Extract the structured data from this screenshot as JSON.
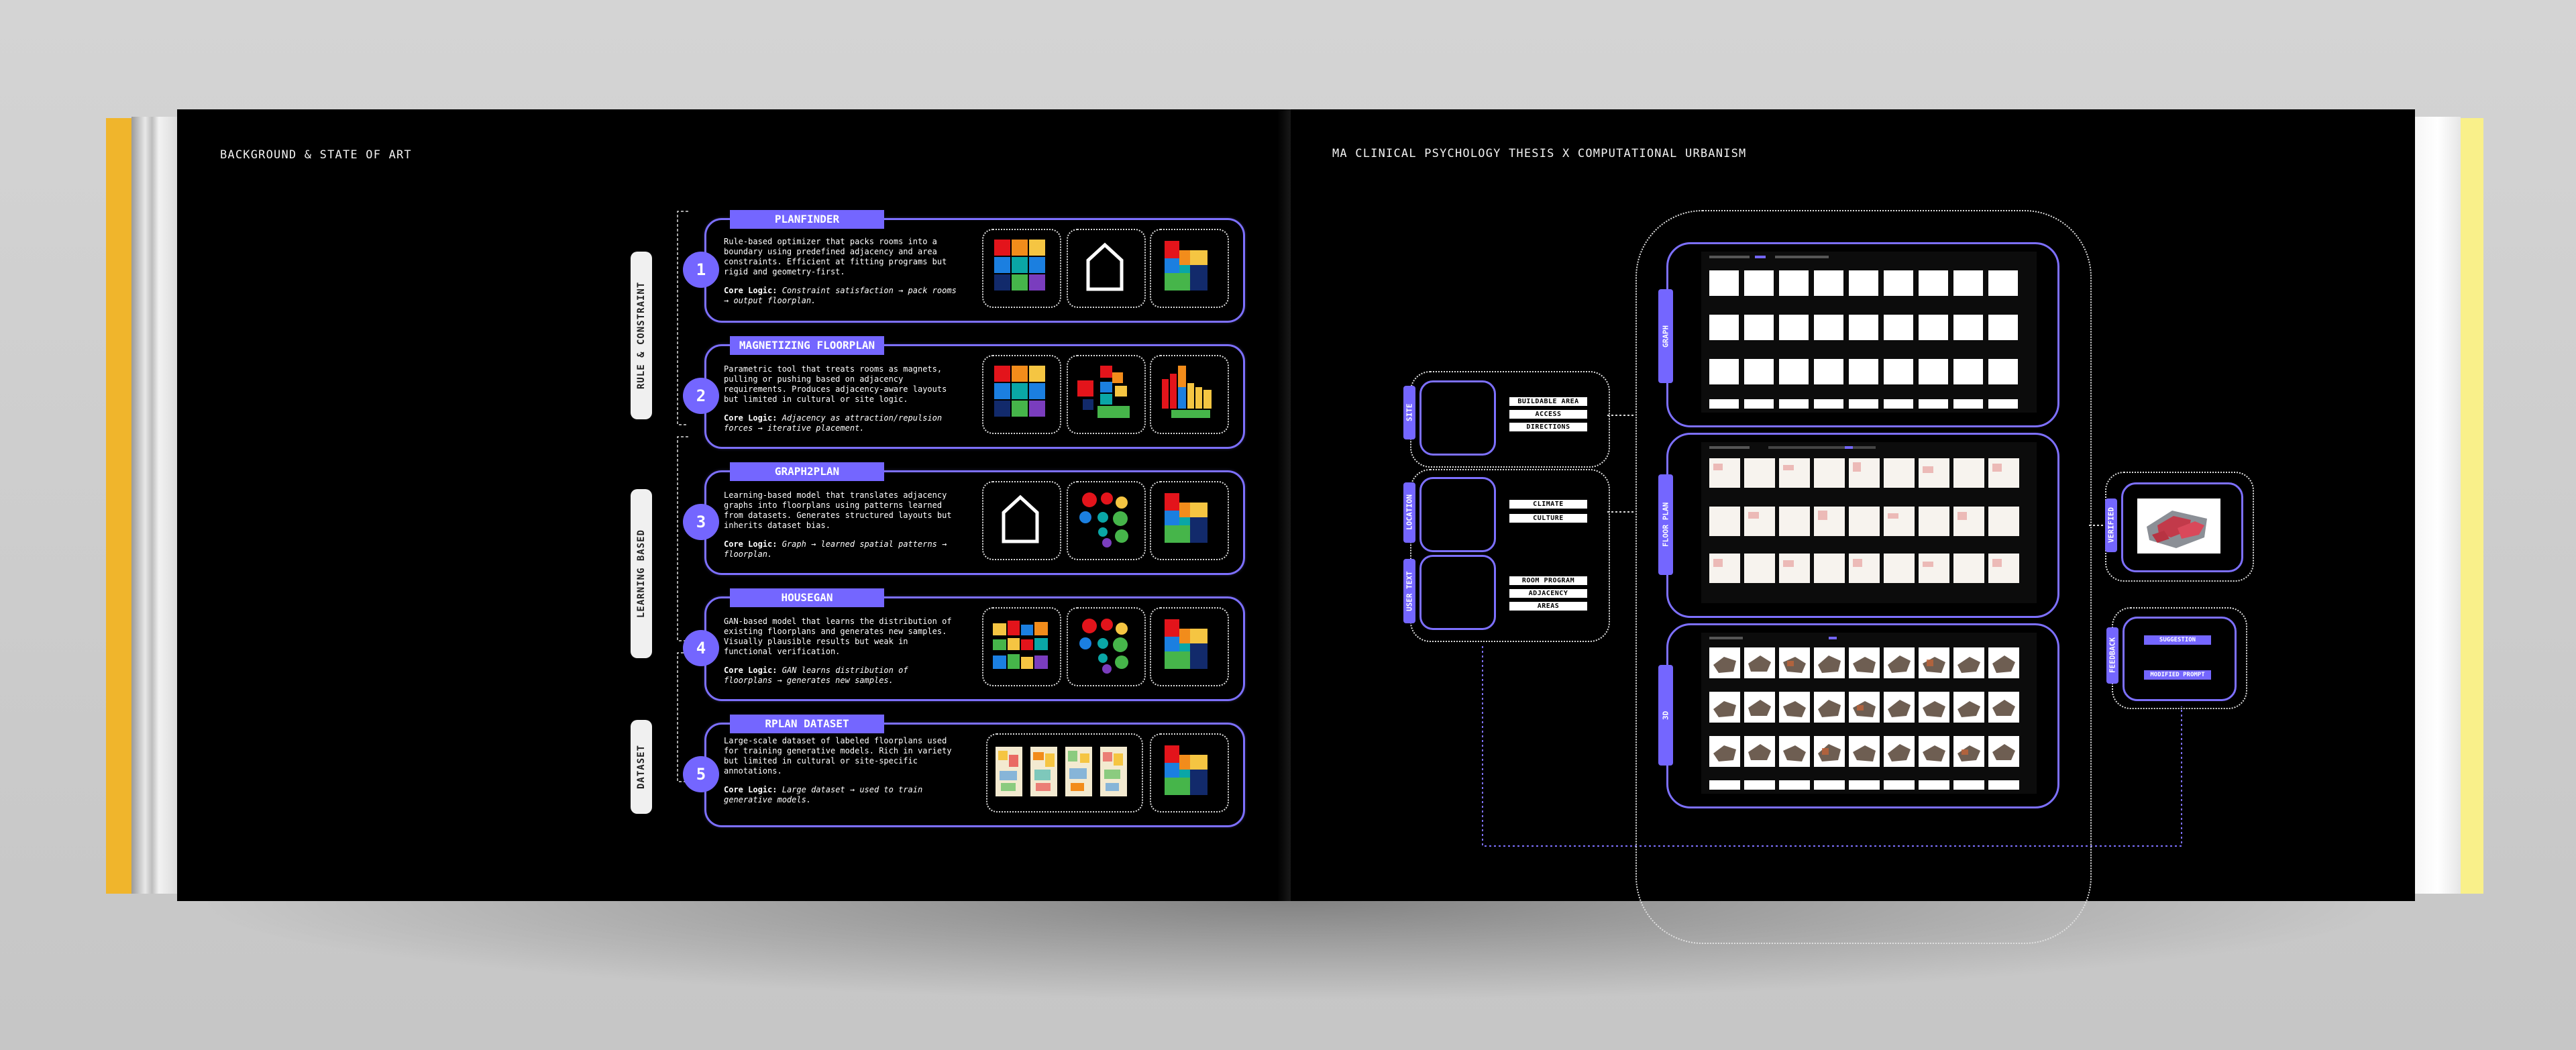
{
  "left_page": {
    "header": "BACKGROUND & STATE OF ART",
    "groups": [
      {
        "label": "RULE & CONSTRAINT"
      },
      {
        "label": "LEARNING BASED"
      },
      {
        "label": "DATASET"
      }
    ],
    "cards": [
      {
        "num": "1",
        "title": "PLANFINDER",
        "desc": "Rule-based optimizer that packs rooms into a boundary using predefined adjacency and area constraints. Efficient at fitting programs but rigid and geometry-first.",
        "logic_label": "Core Logic:",
        "logic": "Constraint satisfaction → pack rooms → output floorplan."
      },
      {
        "num": "2",
        "title": "MAGNETIZING FLOORPLAN",
        "desc": "Parametric tool that treats rooms as magnets, pulling or pushing based on adjacency requirements. Produces adjacency-aware layouts but limited in cultural or site logic.",
        "logic_label": "Core Logic:",
        "logic": "Adjacency as attraction/repulsion forces → iterative placement."
      },
      {
        "num": "3",
        "title": "GRAPH2PLAN",
        "desc": "Learning-based model that translates adjacency graphs into floorplans using patterns learned from datasets. Generates structured layouts but inherits dataset bias.",
        "logic_label": "Core Logic:",
        "logic": "Graph → learned spatial patterns → floorplan."
      },
      {
        "num": "4",
        "title": "HOUSEGAN",
        "desc": "GAN-based model that learns the distribution of existing floorplans and generates new samples. Visually plausible results but weak in functional verification.",
        "logic_label": "Core Logic:",
        "logic": "GAN learns distribution of floorplans → generates new samples."
      },
      {
        "num": "5",
        "title": "RPLAN DATASET",
        "desc": "Large-scale dataset of labeled floorplans used for training generative models. Rich in variety but limited in cultural or site-specific annotations.",
        "logic_label": "Core Logic:",
        "logic": "Large dataset → used to train generative models."
      }
    ],
    "colors": {
      "accent": "#7466ff",
      "page": "#000000",
      "red": "#e3141b",
      "blue": "#1b7fe0",
      "teal": "#0aa6a6",
      "yellow": "#f5c542",
      "green": "#46b54a",
      "purple": "#7a3dbe",
      "navy": "#122a6b",
      "orange": "#f28c1b"
    }
  },
  "right_page": {
    "header": "MA CLINICAL PSYCHOLOGY THESIS X COMPUTATIONAL URBANISM",
    "inputs": {
      "site_tab": "SITE",
      "site_pills": [
        "BUILDABLE AREA",
        "ACCESS",
        "DIRECTIONS"
      ],
      "location_tab": "LOCATION",
      "location_pills": [
        "CLIMATE",
        "CULTURE"
      ],
      "user_text_tab": "USER TEXT",
      "user_pills": [
        "ROOM PROGRAM",
        "ADJACENCY",
        "AREAS"
      ]
    },
    "outputs": {
      "graph_tab": "GRAPH",
      "floorplan_tab": "FLOOR PLAN",
      "threed_tab": "3D"
    },
    "result": {
      "verified_tab": "VERIFIED"
    },
    "feedback": {
      "tab": "FEEDBACK",
      "btn1": "SUGGESTION",
      "btn2": "MODIFIED PROMPT"
    }
  }
}
